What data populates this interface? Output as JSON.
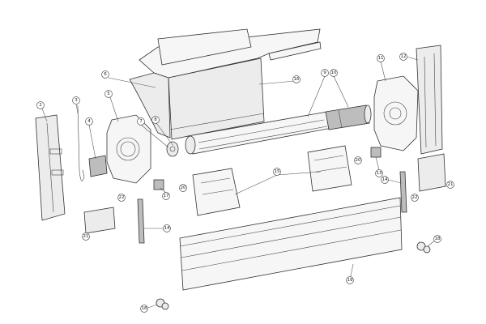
{
  "callouts": [
    {
      "id": "c2",
      "label": "2"
    },
    {
      "id": "c3",
      "label": "3"
    },
    {
      "id": "c4",
      "label": "4"
    },
    {
      "id": "c5",
      "label": "5"
    },
    {
      "id": "c6",
      "label": "6"
    },
    {
      "id": "c7",
      "label": "7"
    },
    {
      "id": "c8",
      "label": "8"
    },
    {
      "id": "c9",
      "label": "9"
    },
    {
      "id": "c10",
      "label": "10"
    },
    {
      "id": "c11",
      "label": "11"
    },
    {
      "id": "c12",
      "label": "12"
    },
    {
      "id": "c13",
      "label": "13"
    },
    {
      "id": "c14a",
      "label": "14"
    },
    {
      "id": "c14b",
      "label": "14"
    },
    {
      "id": "c15",
      "label": "15"
    },
    {
      "id": "c16",
      "label": "16"
    },
    {
      "id": "c17",
      "label": "17"
    },
    {
      "id": "c18a",
      "label": "18"
    },
    {
      "id": "c18b",
      "label": "18"
    },
    {
      "id": "c19",
      "label": "19"
    },
    {
      "id": "c20a",
      "label": "20"
    },
    {
      "id": "c20b",
      "label": "20"
    },
    {
      "id": "c21a",
      "label": "21"
    },
    {
      "id": "c21b",
      "label": "21"
    },
    {
      "id": "c22a",
      "label": "22"
    },
    {
      "id": "c22b",
      "label": "22"
    }
  ]
}
